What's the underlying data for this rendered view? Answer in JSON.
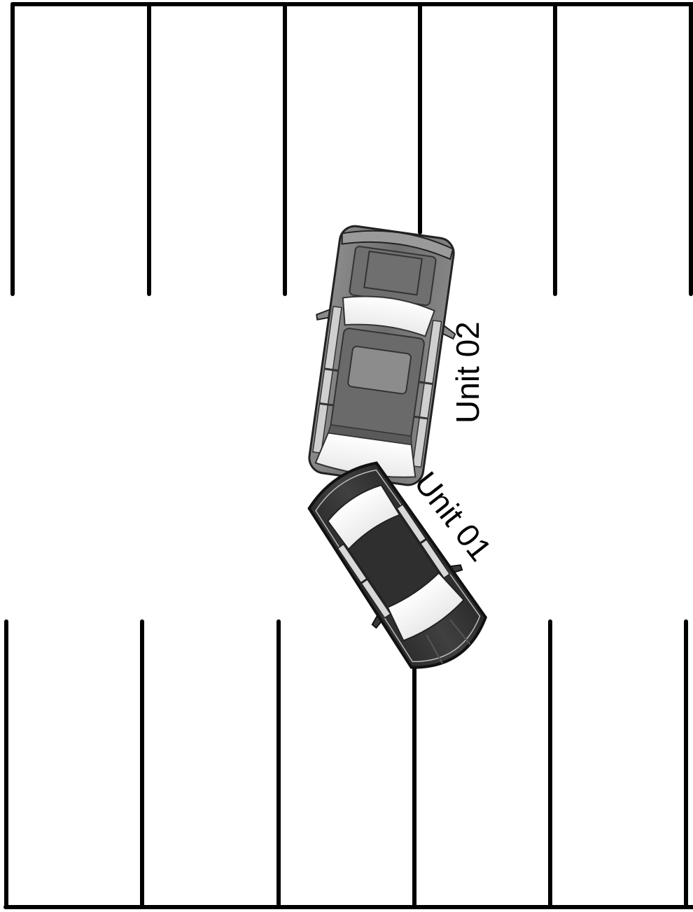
{
  "diagram": {
    "vehicles": [
      {
        "label": "Unit 01",
        "kind": "sedan",
        "color": "#3a3a3a"
      },
      {
        "label": "Unit 02",
        "kind": "suv",
        "color": "#777777"
      }
    ],
    "parking_rows": [
      {
        "name": "top-row",
        "stalls": 5
      },
      {
        "name": "bottom-row",
        "stalls": 5
      }
    ],
    "colors": {
      "line": "#000000",
      "background": "#ffffff"
    }
  }
}
